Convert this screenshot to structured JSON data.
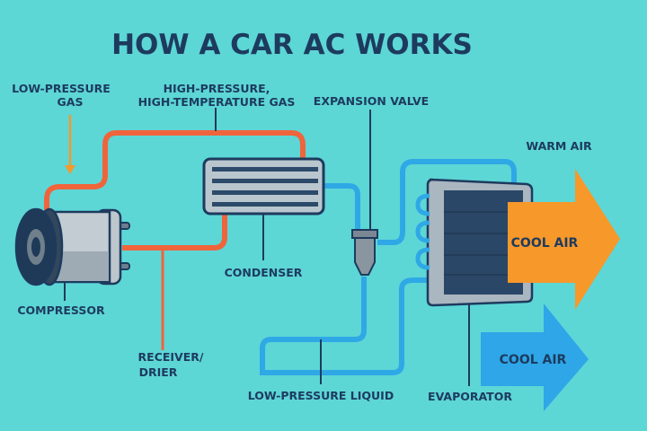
{
  "title": "HOW A CAR AC WORKS",
  "labels": {
    "low_pressure_gas": [
      "LOW-PRESSURE",
      "GAS"
    ],
    "high_pressure_gas": [
      "HIGH-PRESSURE,",
      "HIGH-TEMPERATURE GAS"
    ],
    "expansion_valve": "EXPANSION VALVE",
    "warm_air": "WARM AIR",
    "cool_air_orange": "COOL AIR",
    "cool_air_blue": "COOL AIR",
    "compressor": "COMPRESSOR",
    "condenser": "CONDENSER",
    "receiver_drier": [
      "RECEIVER/",
      "DRIER"
    ],
    "low_pressure_liquid": "LOW-PRESSURE LIQUID",
    "evaporator": "EVAPORATOR"
  },
  "colors": {
    "background": "#5dd6d6",
    "text": "#1d3b5e",
    "hot_pipe": "#f0643c",
    "cold_pipe": "#2fa8e6",
    "warm_arrow": "#f7982a",
    "cool_arrow": "#2ea6e8"
  }
}
